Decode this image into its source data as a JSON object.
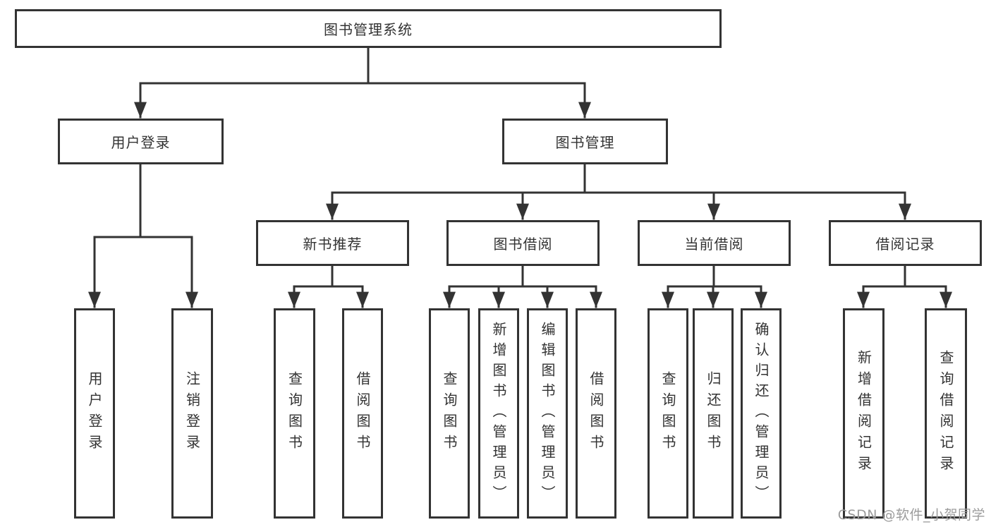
{
  "diagram": {
    "colors": {
      "line": "#333333",
      "text": "#333333",
      "background": "#ffffff",
      "watermark_text": "#9c9c9c"
    },
    "nodes": {
      "root": {
        "label": "图书管理系统"
      },
      "login": {
        "label": "用户登录"
      },
      "mgmt": {
        "label": "图书管理"
      },
      "rec": {
        "label": "新书推荐"
      },
      "borrow": {
        "label": "图书借阅"
      },
      "current": {
        "label": "当前借阅"
      },
      "records": {
        "label": "借阅记录"
      },
      "leaf_user_login": {
        "label": "用户登录"
      },
      "leaf_logout": {
        "label": "注销登录"
      },
      "leaf_rec_query": {
        "label": "查询图书"
      },
      "leaf_rec_borrow": {
        "label": "借阅图书"
      },
      "leaf_bor_query": {
        "label": "查询图书"
      },
      "leaf_bor_add": {
        "label": "新增图书（管理员）"
      },
      "leaf_bor_edit": {
        "label": "编辑图书（管理员）"
      },
      "leaf_bor_borrow": {
        "label": "借阅图书"
      },
      "leaf_cur_query": {
        "label": "查询图书"
      },
      "leaf_cur_return": {
        "label": "归还图书"
      },
      "leaf_cur_confirm": {
        "label": "确认归还（管理员）"
      },
      "leaf_recd_add": {
        "label": "新增借阅记录"
      },
      "leaf_recd_query": {
        "label": "查询借阅记录"
      }
    },
    "edges": [
      {
        "from": "root",
        "to": [
          "login",
          "mgmt"
        ]
      },
      {
        "from": "login",
        "to": [
          "leaf_user_login",
          "leaf_logout"
        ]
      },
      {
        "from": "mgmt",
        "to": [
          "rec",
          "borrow",
          "current",
          "records"
        ]
      },
      {
        "from": "rec",
        "to": [
          "leaf_rec_query",
          "leaf_rec_borrow"
        ]
      },
      {
        "from": "borrow",
        "to": [
          "leaf_bor_query",
          "leaf_bor_add",
          "leaf_bor_edit",
          "leaf_bor_borrow"
        ]
      },
      {
        "from": "current",
        "to": [
          "leaf_cur_query",
          "leaf_cur_return",
          "leaf_cur_confirm"
        ]
      },
      {
        "from": "records",
        "to": [
          "leaf_recd_add",
          "leaf_recd_query"
        ]
      }
    ]
  },
  "watermark": {
    "text": "CSDN @软件_小贺同学"
  }
}
